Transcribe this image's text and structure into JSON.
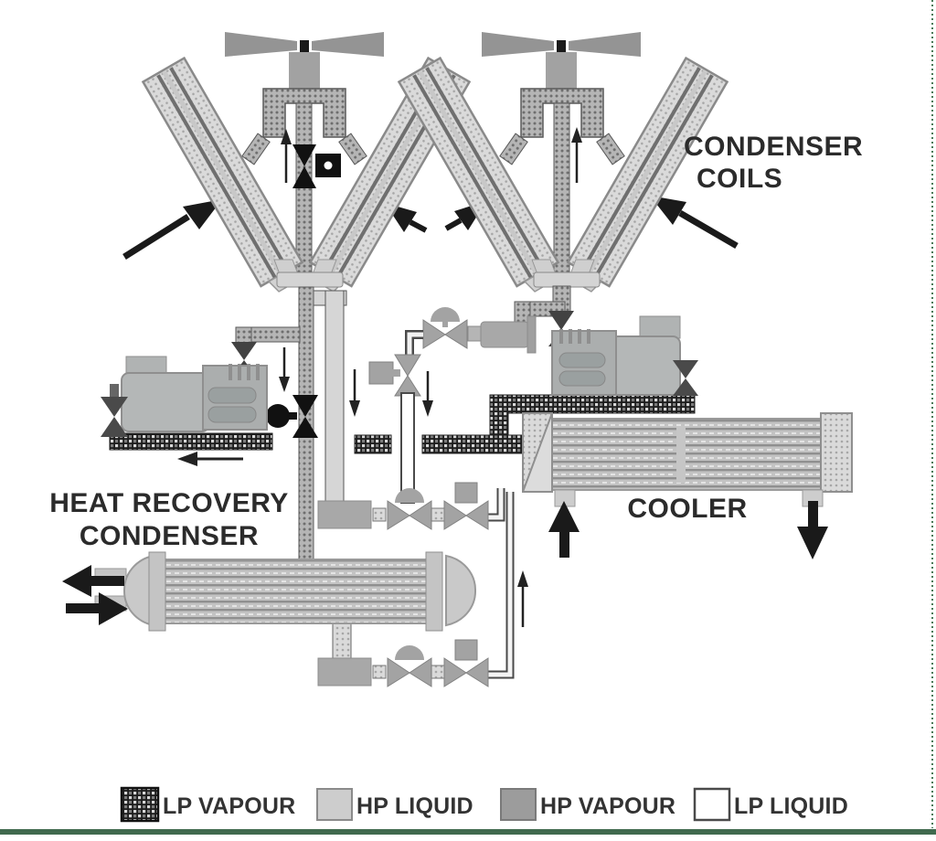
{
  "labels": {
    "condenser_coils": {
      "line1": "CONDENSER",
      "line2": "COILS"
    },
    "heat_recovery": {
      "line1": "HEAT RECOVERY",
      "line2": "CONDENSER"
    },
    "cooler": "COOLER"
  },
  "legend": {
    "items": [
      {
        "label": "LP VAPOUR",
        "swatch": "lp-vapour"
      },
      {
        "label": "HP LIQUID",
        "swatch": "hp-liquid"
      },
      {
        "label": "HP VAPOUR",
        "swatch": "hp-vapour"
      },
      {
        "label": "LP LIQUID",
        "swatch": "lp-liquid"
      }
    ]
  },
  "colors": {
    "hp_liquid": "#cdcdcd",
    "hp_vapour": "#9c9c9c",
    "lp_vapour_base": "#1c1c1c",
    "lp_liquid": "#ffffff",
    "accent_green": "#40694e",
    "ink": "#1a1a1a"
  }
}
